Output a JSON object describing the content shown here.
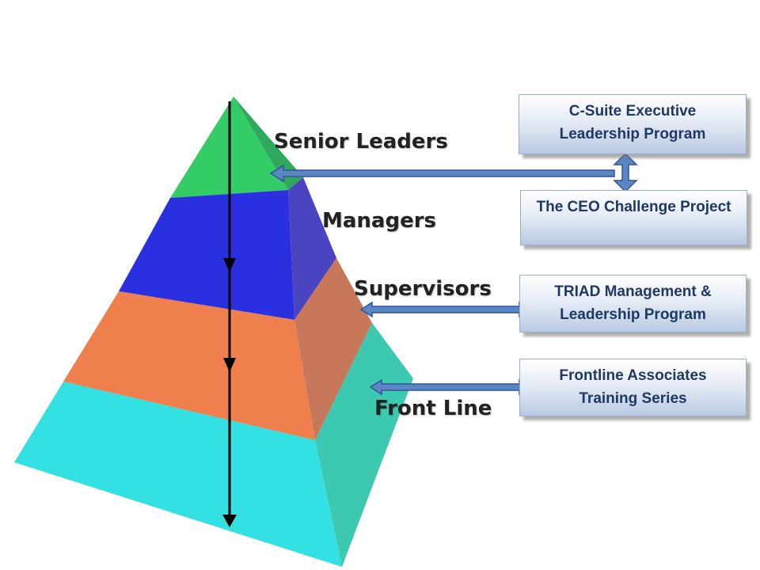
{
  "tiers": {
    "senior": "Senior Leaders",
    "managers": "Managers",
    "supervisors": "Supervisors",
    "front_line": "Front Line"
  },
  "programs": {
    "csuite": "C-Suite Executive\nLeadership Program",
    "ceo": "The CEO Challenge Project",
    "triad": "TRIAD Management &\nLeadership Program",
    "frontline": "Frontline Associates\nTraining Series"
  },
  "colors": {
    "senior_front": "#33cc66",
    "senior_side": "#2fa85e",
    "managers_front": "#2a2fe0",
    "managers_side": "#4b44c0",
    "supervisors_front": "#f07f4e",
    "supervisors_side": "#c8785a",
    "frontline_front": "#33e1e3",
    "frontline_side": "#3dc8b0",
    "connector_fill": "#5a86c5",
    "connector_stroke": "#2f5597",
    "program_text": "#1f3864"
  }
}
